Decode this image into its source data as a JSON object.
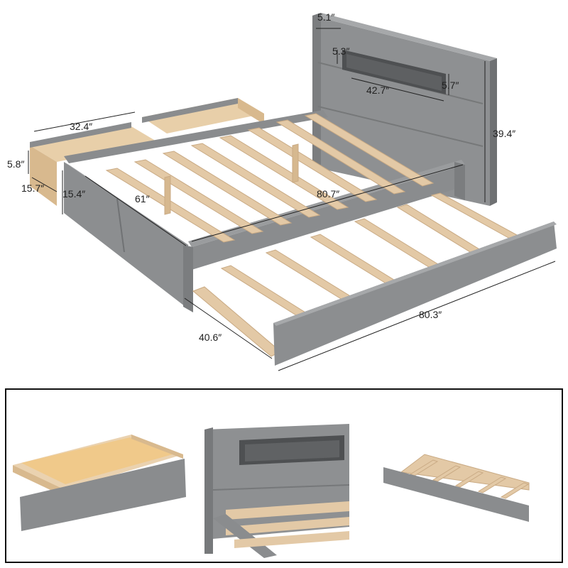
{
  "colors": {
    "frame_gray": "#8a8c8e",
    "frame_light": "#a3a5a7",
    "frame_dark": "#6f7173",
    "wood": "#e3c9a6",
    "wood_dark": "#c9aa84",
    "drawer_inner": "#f0c98a"
  },
  "dimensions": {
    "headboard_depth": "5.1″",
    "shelf_height": "5.3″",
    "shelf_width": "42.7″",
    "shelf_depth": "5.7″",
    "headboard_height": "39.4″",
    "drawer_length": "32.4″",
    "drawer_height": "5.8″",
    "drawer_depth": "15.7″",
    "side_height": "15.4″",
    "bed_width": "61″",
    "bed_length": "80.7″",
    "trundle_length": "80.3″",
    "trundle_width": "40.6″"
  },
  "detail_views": [
    {
      "name": "storage drawer"
    },
    {
      "name": "headboard shelf"
    },
    {
      "name": "trundle"
    }
  ]
}
